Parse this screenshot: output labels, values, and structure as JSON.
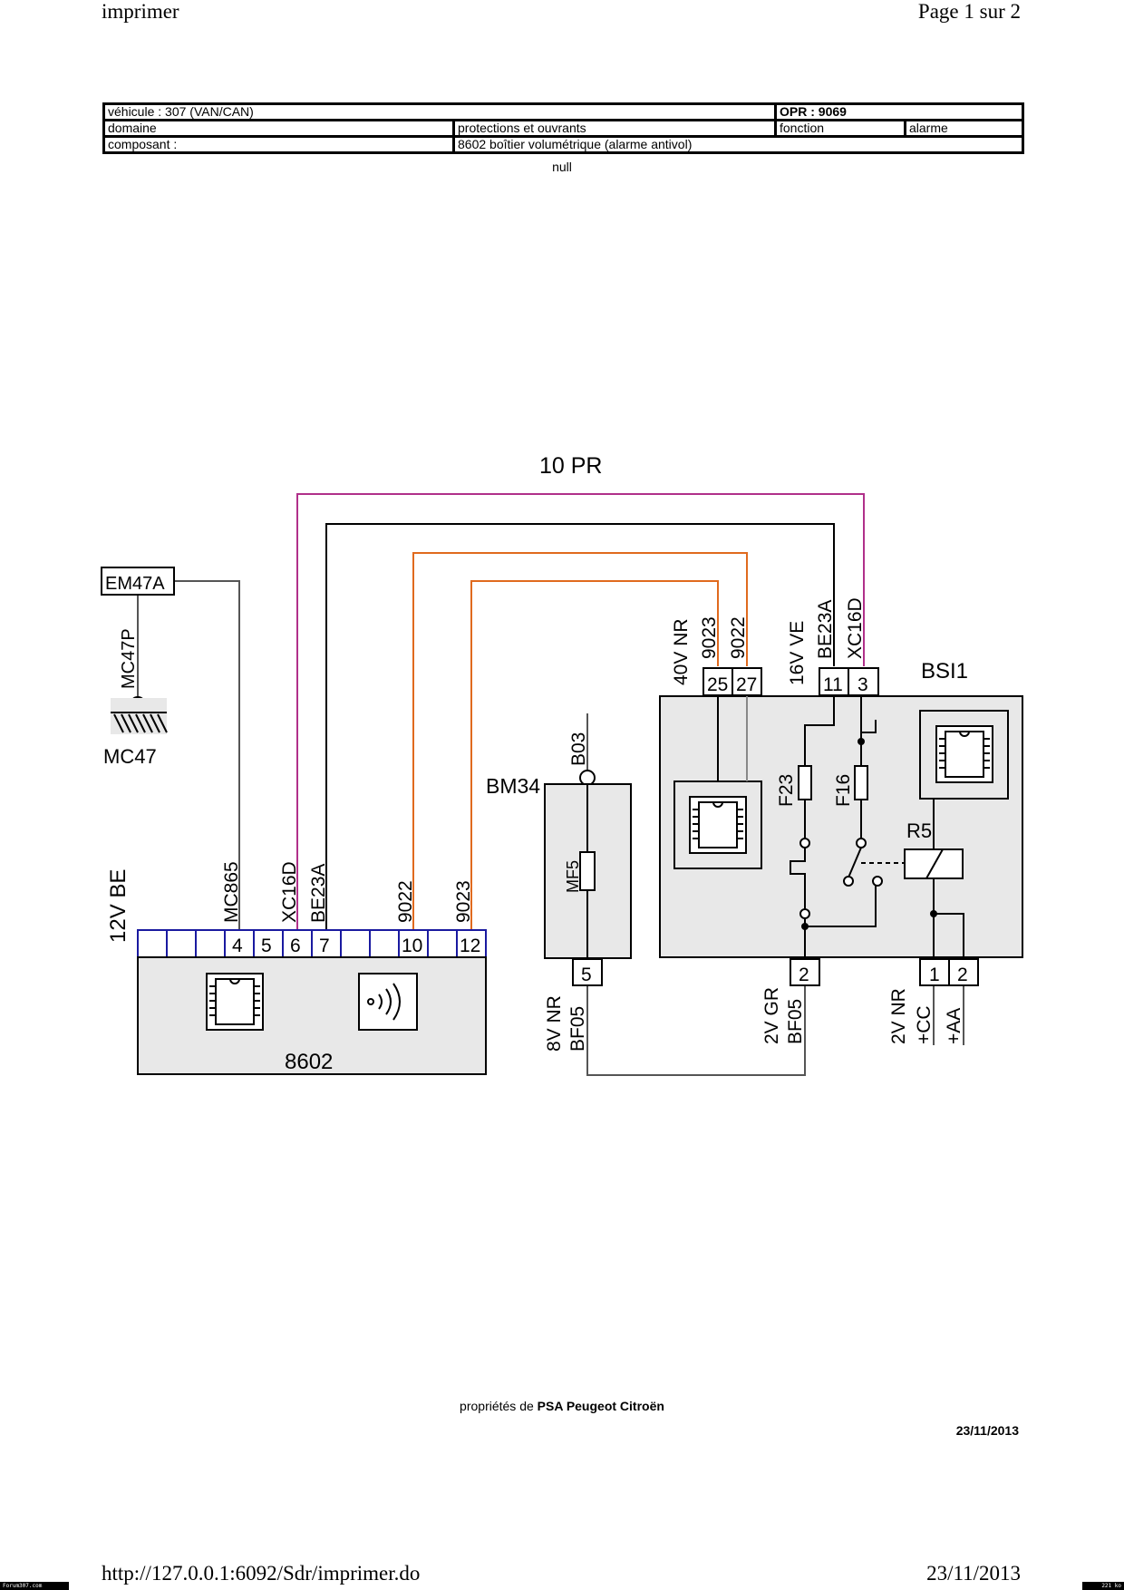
{
  "page_header": {
    "left": "imprimer",
    "right": "Page 1 sur 2"
  },
  "info_table": {
    "vehicule": "véhicule : 307 (VAN/CAN)",
    "opr": "OPR : 9069",
    "domaine_label": "domaine",
    "domaine_value": "protections et ouvrants",
    "fonction_label": "fonction",
    "fonction_value": "alarme",
    "composant_label": "composant :",
    "composant_value": "8602 boîtier volumétrique (alarme antivol)"
  },
  "null_text": "null",
  "diagram": {
    "title": "10 PR",
    "colors": {
      "pink": "#b0308a",
      "orange": "#e06a1e",
      "black": "#000000",
      "gray": "#555555",
      "box_fill": "#e8e8e8",
      "pin_border": "#1a1aa0"
    },
    "em47a": "EM47A",
    "mc47p": "MC47P",
    "mc47": "MC47",
    "c8602": {
      "name": "8602",
      "connector": "12V BE",
      "wires": {
        "mc865": "MC865",
        "xc16d": "XC16D",
        "be23a": "BE23A",
        "w9022": "9022",
        "w9023": "9023"
      },
      "pins": [
        "4",
        "5",
        "6",
        "7",
        "10",
        "12"
      ]
    },
    "bm34": {
      "name": "BM34",
      "b03": "B03",
      "mf5": "MF5",
      "pin": "5",
      "connector": "8V NR",
      "wire": "BF05"
    },
    "bsi1": {
      "name": "BSI1",
      "connector_a": "40V NR",
      "wire_9023": "9023",
      "wire_9022": "9022",
      "pin_25": "25",
      "pin_27": "27",
      "connector_b": "16V VE",
      "wire_be23a": "BE23A",
      "wire_xc16d": "XC16D",
      "pin_11": "11",
      "pin_3": "3",
      "fuse_f23": "F23",
      "fuse_f16": "F16",
      "relay": "R5",
      "pin_bottom_2": "2",
      "connector_c": "2V GR",
      "wire_bf05": "BF05",
      "pin_c1": "1",
      "pin_c2": "2",
      "connector_d": "2V NR",
      "cc": "+CC",
      "aa": "+AA"
    }
  },
  "footer": {
    "prop_prefix": "propriétés de ",
    "prop_bold": "PSA Peugeot Citroën",
    "date": "23/11/2013",
    "url": "http://127.0.0.1:6092/Sdr/imprimer.do",
    "print_date": "23/11/2013",
    "logo_left": "Forum307.com",
    "logo_right": "221 ko"
  }
}
